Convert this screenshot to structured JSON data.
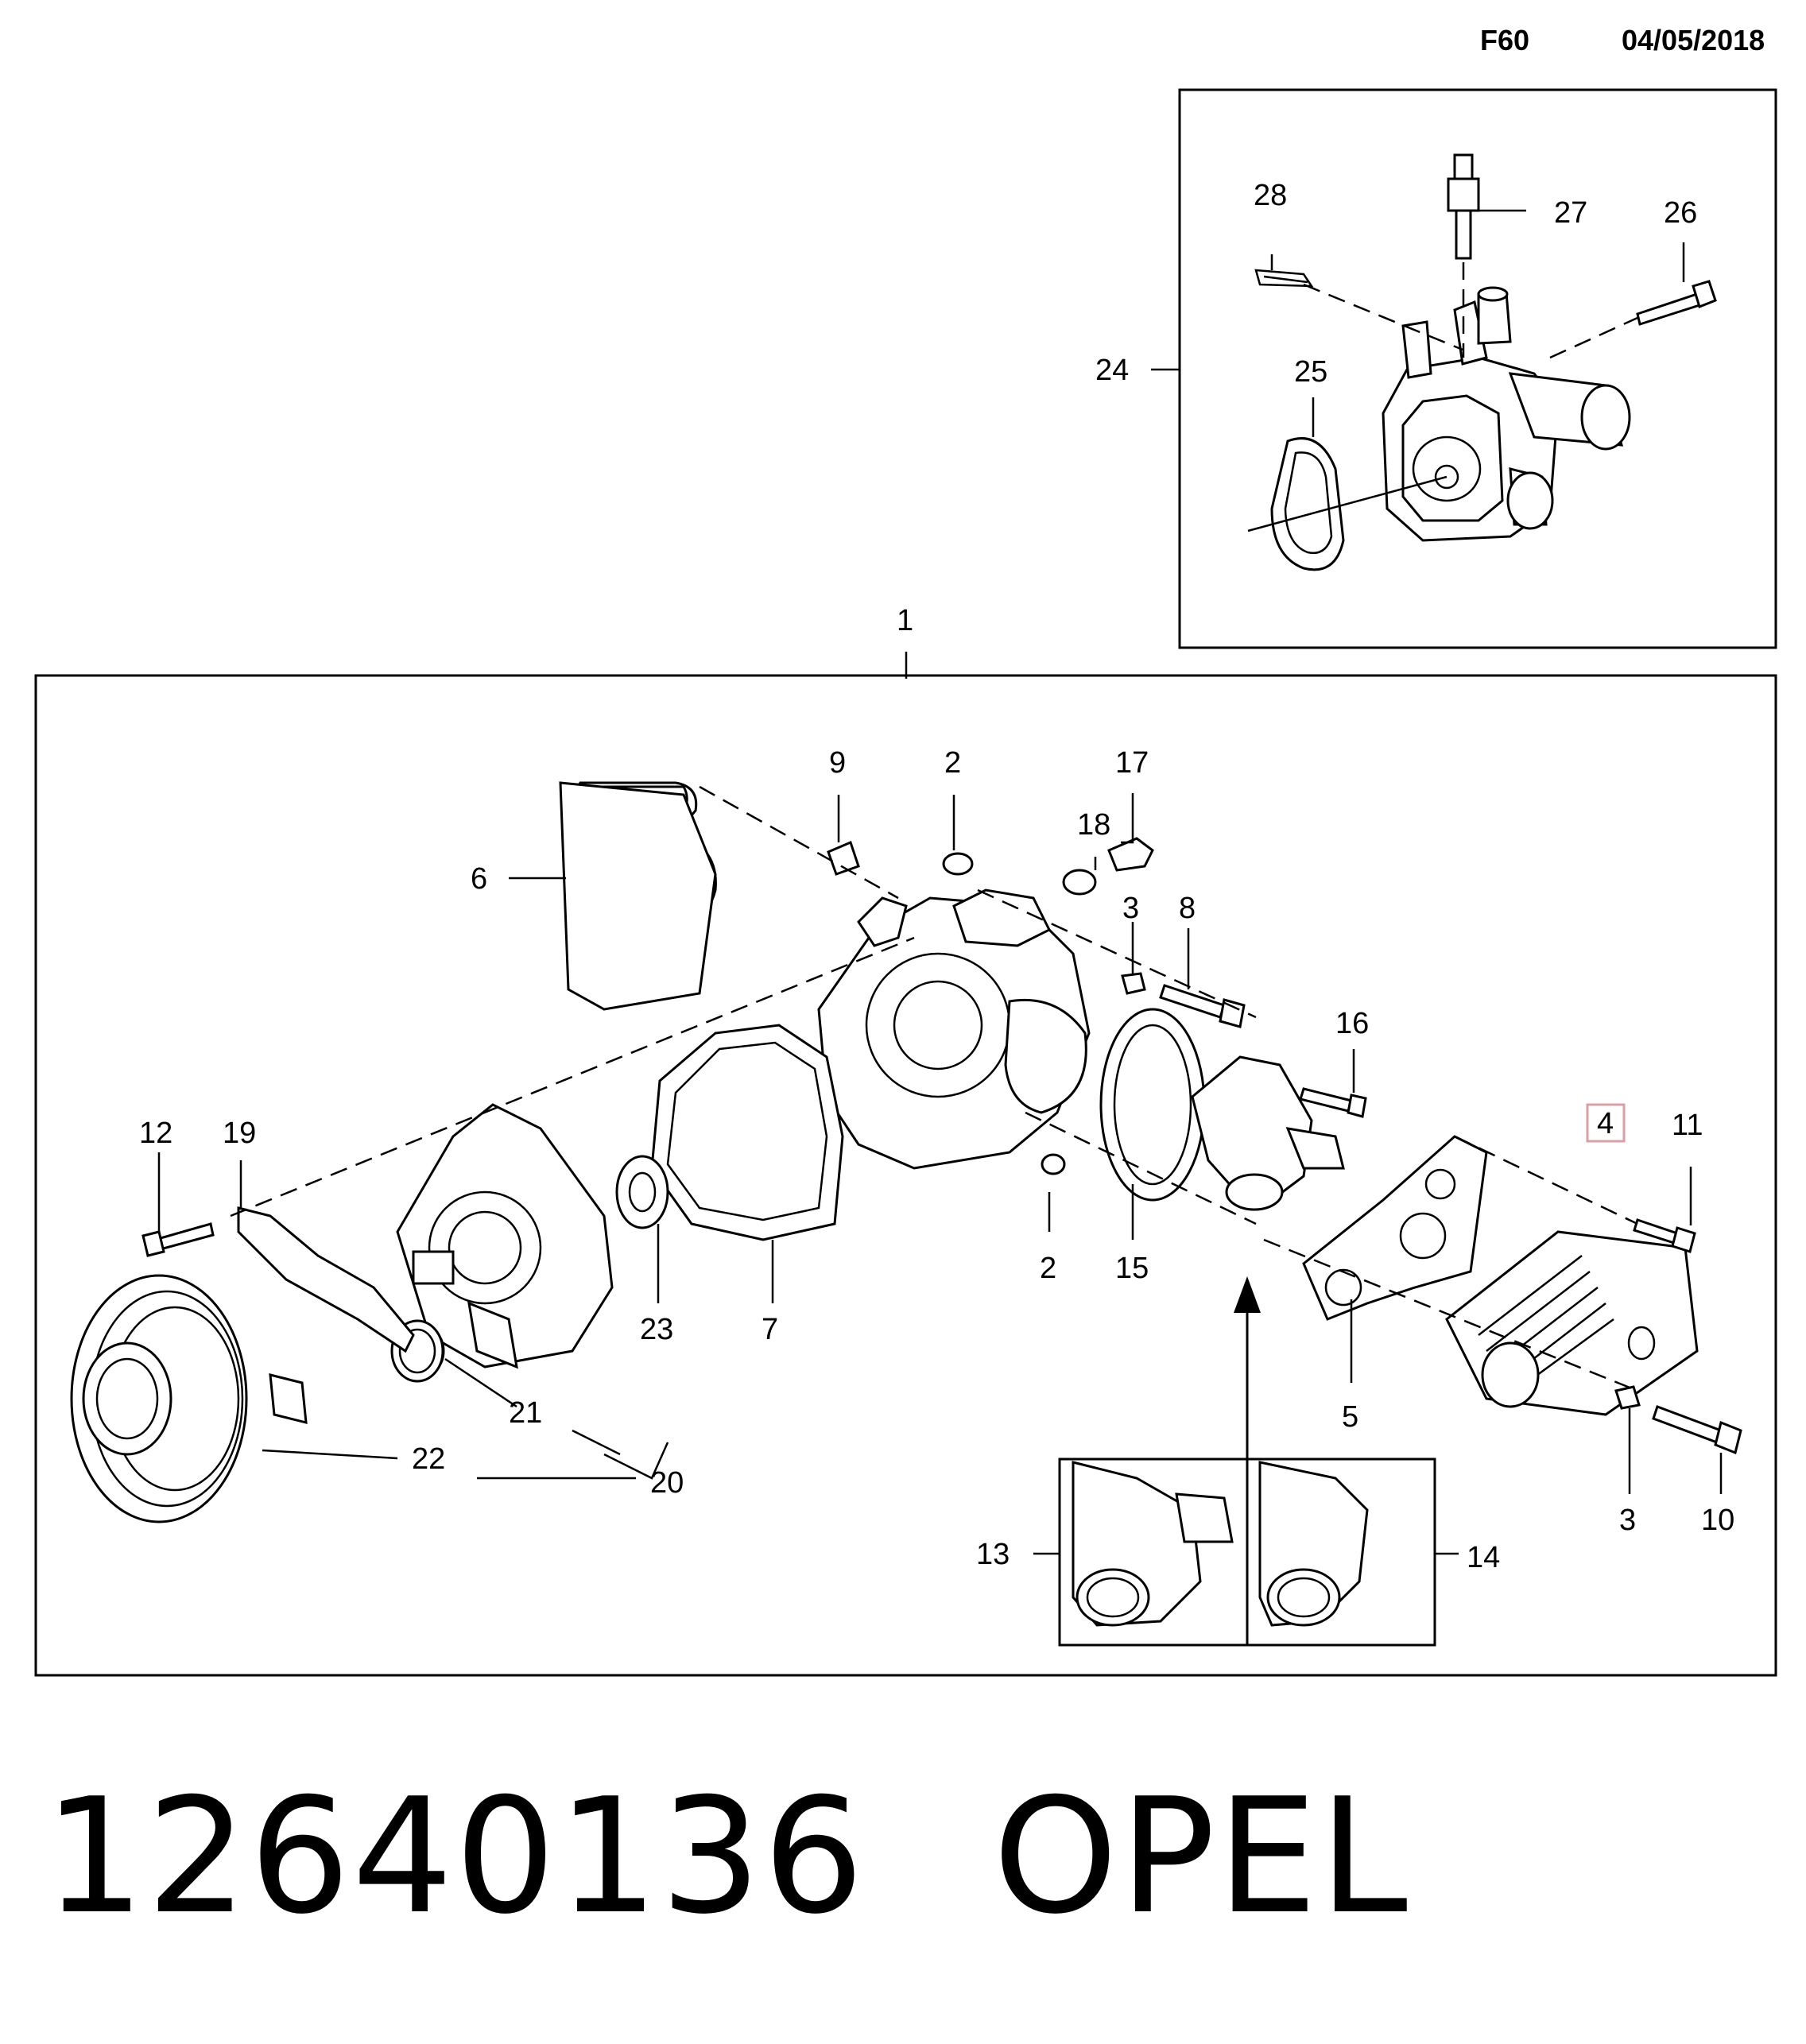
{
  "header": {
    "code": "F60",
    "date": "04/05/2018"
  },
  "callouts": {
    "c1": "1",
    "c2a": "2",
    "c2b": "2",
    "c3a": "3",
    "c3b": "3",
    "c4": "4",
    "c5": "5",
    "c6": "6",
    "c7": "7",
    "c8": "8",
    "c9": "9",
    "c10": "10",
    "c11": "11",
    "c12": "12",
    "c13": "13",
    "c14": "14",
    "c15": "15",
    "c16": "16",
    "c17": "17",
    "c18": "18",
    "c19": "19",
    "c20": "20",
    "c21": "21",
    "c22": "22",
    "c23": "23",
    "c24": "24",
    "c25": "25",
    "c26": "26",
    "c27": "27",
    "c28": "28"
  },
  "highlight_color": "#d9a0a6",
  "footer": {
    "part_number": "12640136",
    "brand": "OPEL"
  }
}
